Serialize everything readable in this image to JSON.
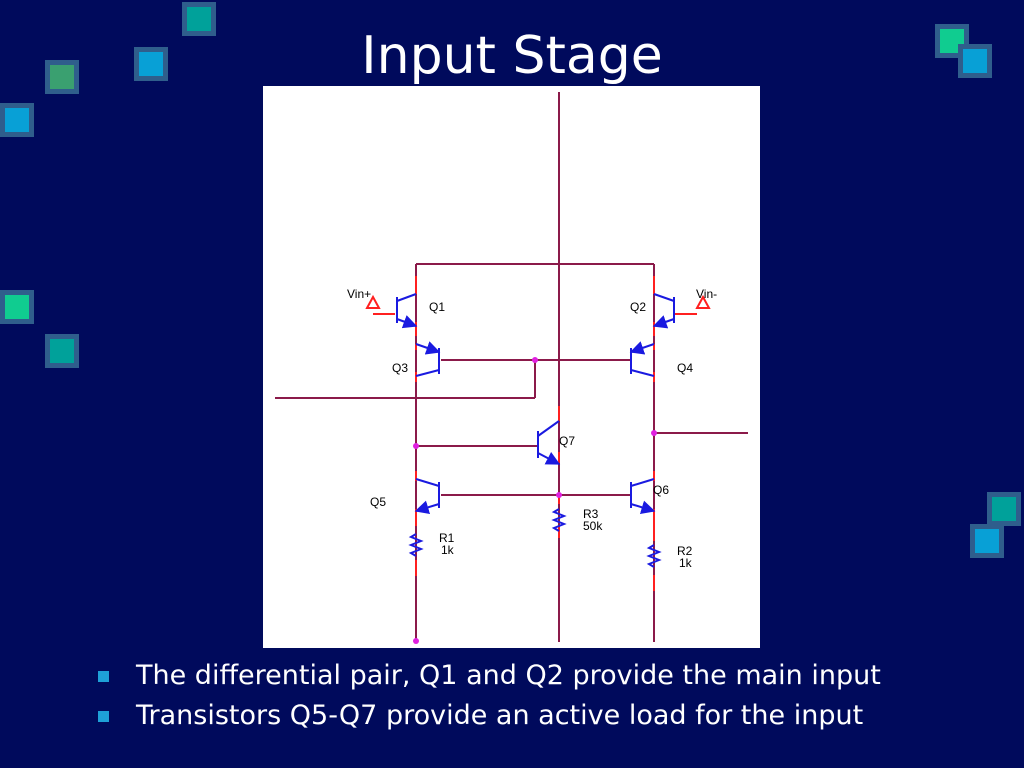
{
  "slide": {
    "title": "Input Stage",
    "bullets": [
      "The differential pair, Q1 and Q2 provide the main input",
      "Transistors Q5-Q7 provide an active load for the input"
    ]
  },
  "schematic": {
    "inputs": {
      "vin_plus": "Vin+",
      "vin_minus": "Vin-"
    },
    "transistors": {
      "q1": "Q1",
      "q2": "Q2",
      "q3": "Q3",
      "q4": "Q4",
      "q5": "Q5",
      "q6": "Q6",
      "q7": "Q7"
    },
    "resistors": {
      "r1": {
        "name": "R1",
        "value": "1k"
      },
      "r2": {
        "name": "R2",
        "value": "1k"
      },
      "r3": {
        "name": "R3",
        "value": "50k"
      }
    }
  },
  "colors": {
    "background": "#000a5c",
    "wire": "#8b1a4a",
    "lead": "#ff2020",
    "component": "#1a1ae0",
    "node": "#e020e0",
    "bullet": "#1ea0d8"
  }
}
